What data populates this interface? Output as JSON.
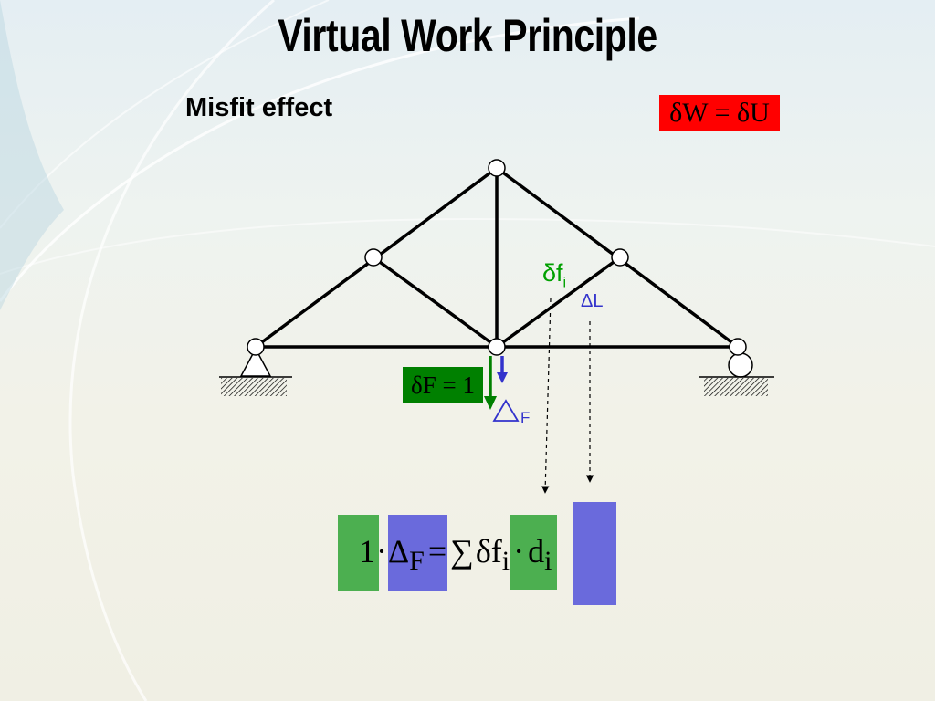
{
  "title": "Virtual Work Principle",
  "subtitle": "Misfit effect",
  "equation_box": "δW = δU",
  "labels": {
    "virtual_force": "δF = 1",
    "member_force_symbol": "δf",
    "member_force_index": "i",
    "misfit_length": "ΔL",
    "displacement_symbol": "Δ",
    "displacement_index": "F"
  },
  "formula": {
    "one": "1",
    "dot1": "·",
    "delta": "Δ",
    "delta_sub": "F",
    "equals": "=",
    "sum": "∑",
    "df": "δf",
    "df_sub": "i",
    "dot2": "·",
    "d": "d",
    "d_sub": "i"
  },
  "colors": {
    "equation_box": "#ff0000",
    "virtual_force": "#008000",
    "member_force_label": "#00a000",
    "misfit_label": "#3333cc",
    "green_highlight": "#4caf50",
    "blue_highlight": "#6a6adc"
  }
}
